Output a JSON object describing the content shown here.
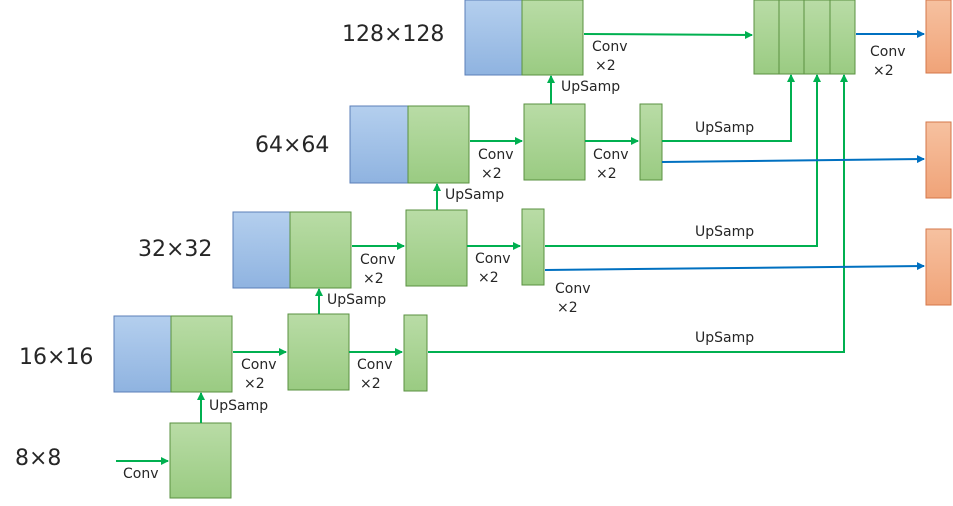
{
  "resolutions": {
    "r128": "128×128",
    "r64": "64×64",
    "r32": "32×32",
    "r16": "16×16",
    "r8": "8×8"
  },
  "ops": {
    "conv": "Conv",
    "times2": "×2",
    "upsamp": "UpSamp"
  },
  "colors": {
    "encoder_block": "#9dc3e6",
    "conv_block": "#a9d18e",
    "output_block": "#f4b183",
    "green_arrow": "#00b050",
    "blue_arrow": "#0070c0"
  }
}
